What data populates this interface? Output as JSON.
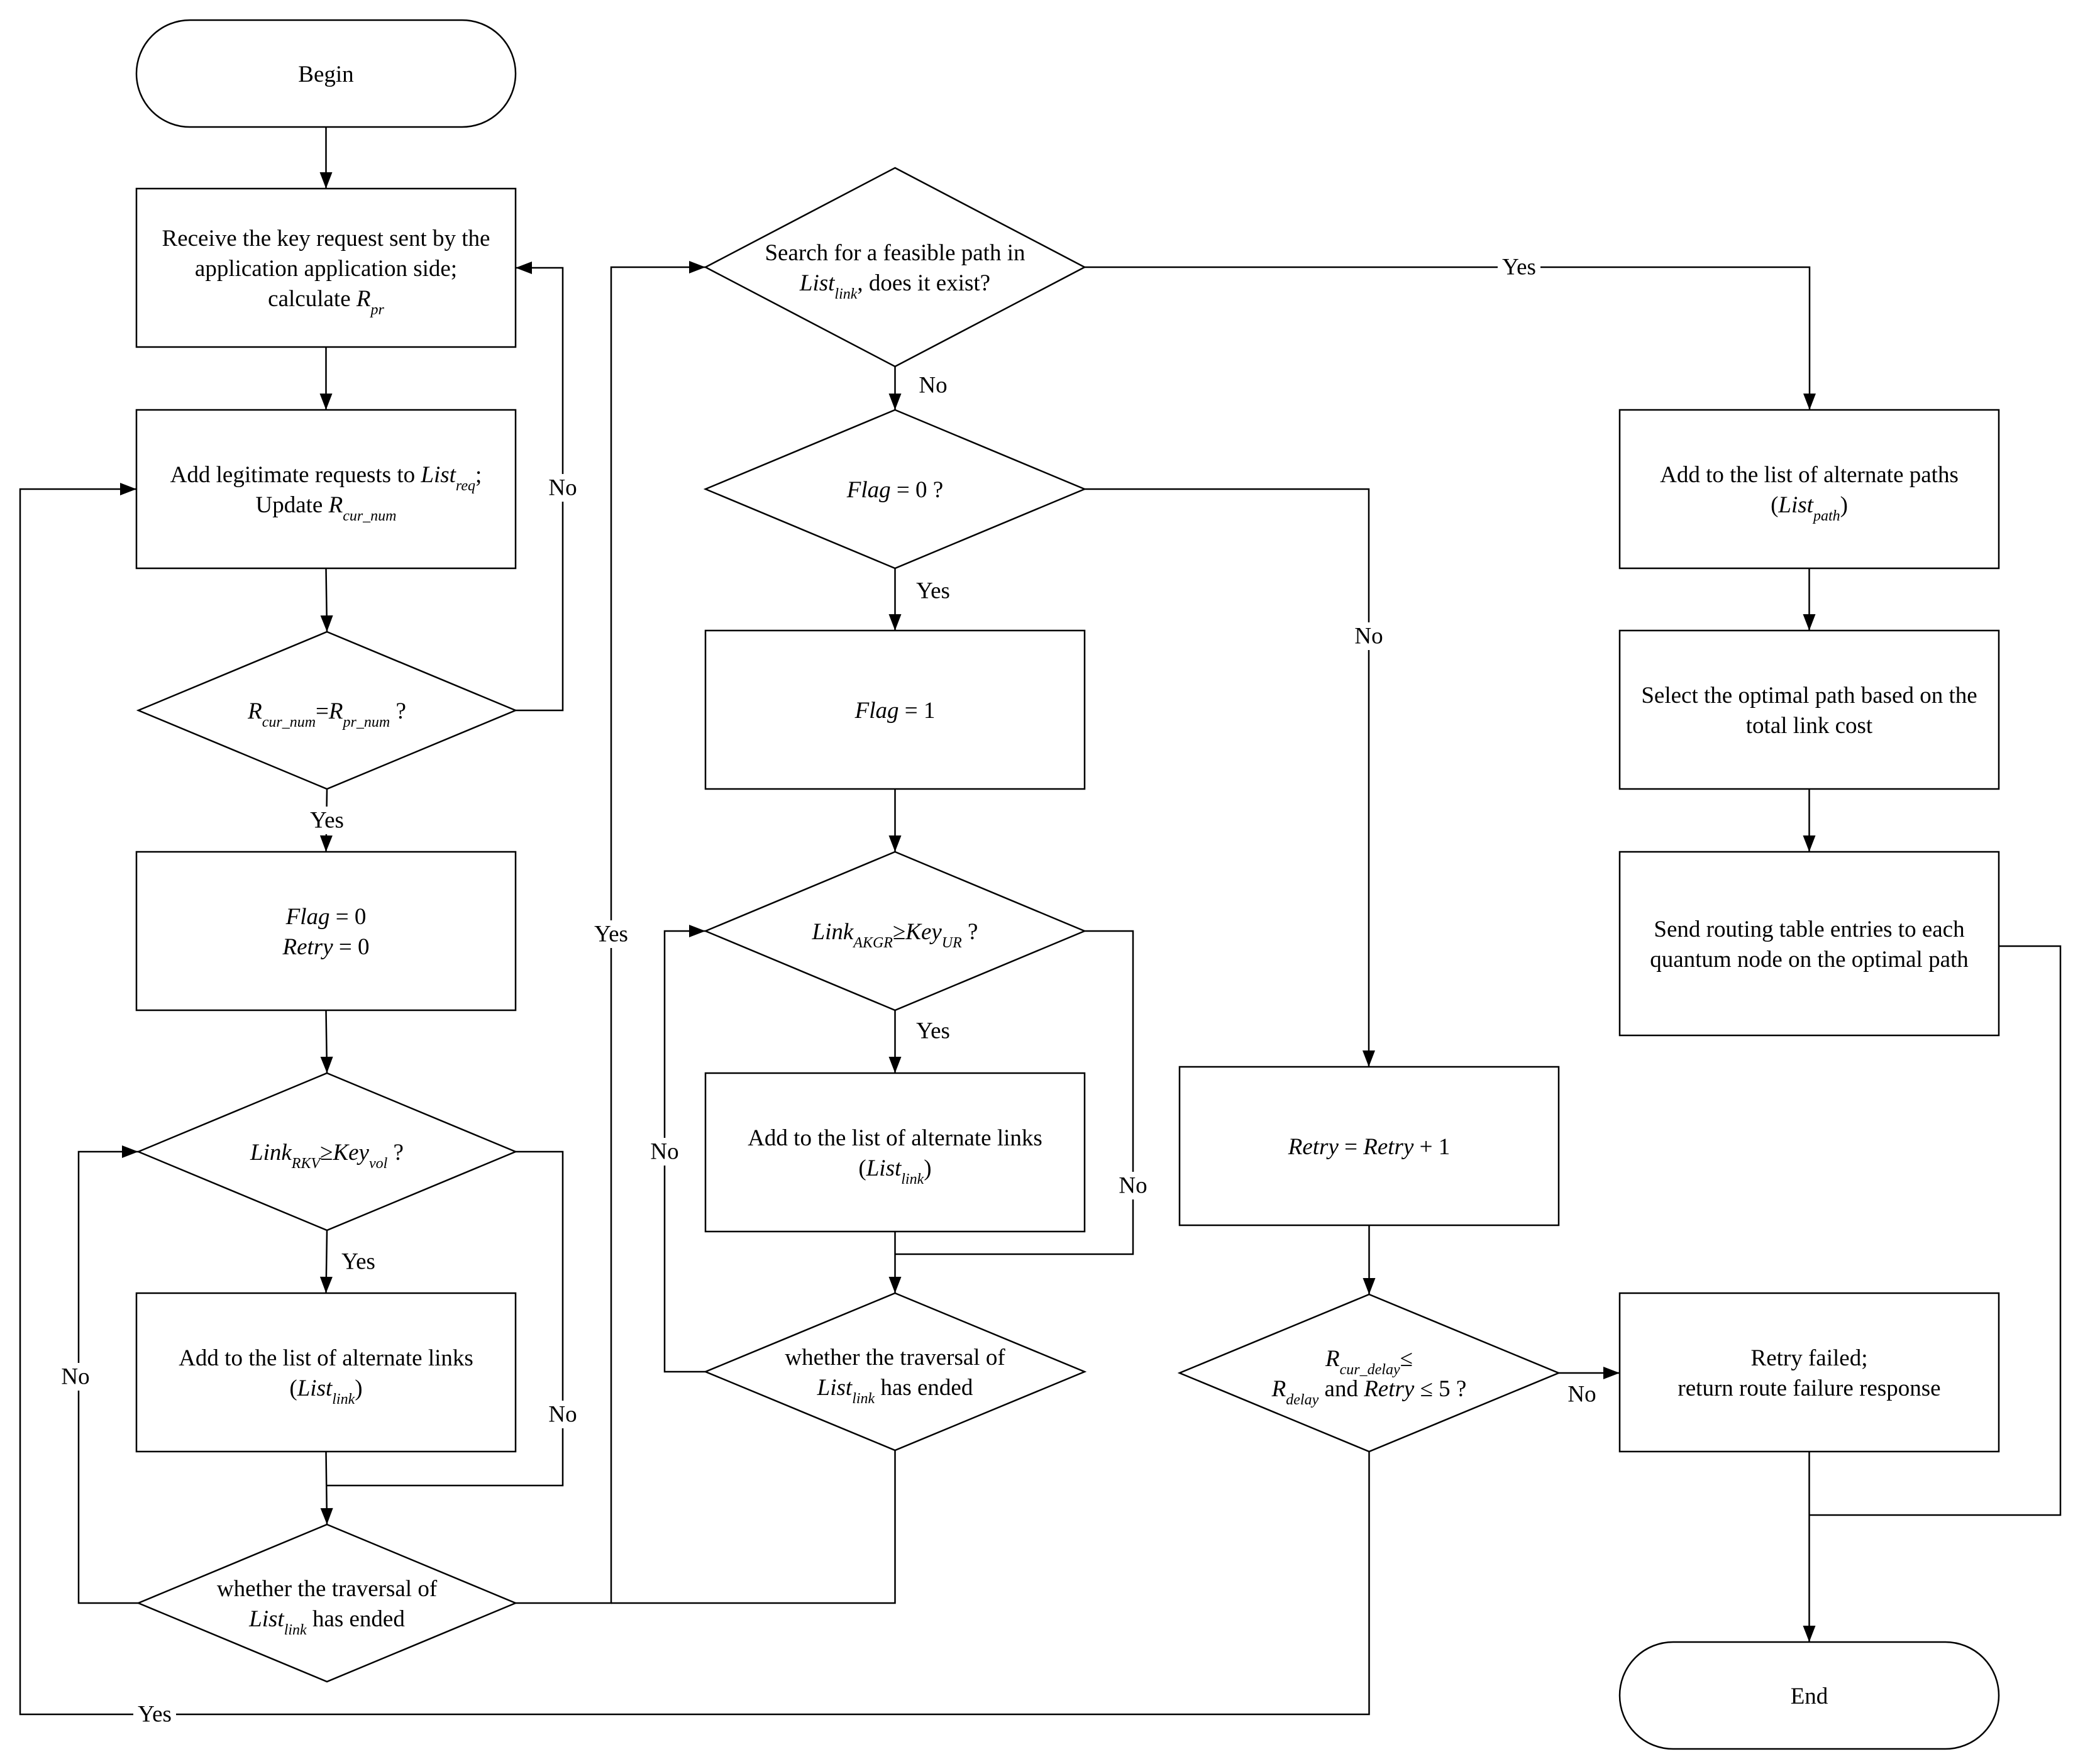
{
  "colors": {
    "stroke": "#000000",
    "fill": "#ffffff",
    "text": "#000000"
  },
  "nodes": [
    {
      "id": "begin",
      "kind": "terminal",
      "lines": [
        [
          {
            "t": "Begin"
          }
        ]
      ]
    },
    {
      "id": "receive",
      "kind": "process",
      "lines": [
        [
          {
            "t": "Receive the key request sent by the"
          }
        ],
        [
          {
            "t": "application application side;"
          }
        ],
        [
          {
            "t": "calculate "
          },
          {
            "t": "R",
            "i": true
          },
          {
            "t": "pr",
            "i": true,
            "sub": true
          }
        ]
      ]
    },
    {
      "id": "add_req",
      "kind": "process",
      "lines": [
        [
          {
            "t": "Add legitimate requests to "
          },
          {
            "t": "List",
            "i": true
          },
          {
            "t": "req",
            "i": true,
            "sub": true
          },
          {
            "t": ";"
          }
        ],
        [
          {
            "t": "Update "
          },
          {
            "t": "R",
            "i": true
          },
          {
            "t": "cur_num",
            "i": true,
            "sub": true
          }
        ]
      ]
    },
    {
      "id": "cmp_num",
      "kind": "decision",
      "lines": [
        [
          {
            "t": "R",
            "i": true
          },
          {
            "t": "cur_num",
            "i": true,
            "sub": true
          },
          {
            "t": "="
          },
          {
            "t": "R",
            "i": true
          },
          {
            "t": "pr_num",
            "i": true,
            "sub": true
          },
          {
            "t": " ?"
          }
        ]
      ]
    },
    {
      "id": "init_flag",
      "kind": "process",
      "lines": [
        [
          {
            "t": "Flag",
            "i": true
          },
          {
            "t": " = 0"
          }
        ],
        [
          {
            "t": "Retry",
            "i": true
          },
          {
            "t": " = 0"
          }
        ]
      ]
    },
    {
      "id": "link_rkv",
      "kind": "decision",
      "lines": [
        [
          {
            "t": "Link",
            "i": true
          },
          {
            "t": "RKV",
            "i": true,
            "sub": true
          },
          {
            "t": "≥"
          },
          {
            "t": "Key",
            "i": true
          },
          {
            "t": "vol",
            "i": true,
            "sub": true
          },
          {
            "t": " ?"
          }
        ]
      ]
    },
    {
      "id": "add_link1",
      "kind": "process",
      "lines": [
        [
          {
            "t": "Add to the list of alternate links"
          }
        ],
        [
          {
            "t": "("
          },
          {
            "t": "List",
            "i": true
          },
          {
            "t": "link",
            "i": true,
            "sub": true
          },
          {
            "t": ")"
          }
        ]
      ]
    },
    {
      "id": "trav1",
      "kind": "decision",
      "lines": [
        [
          {
            "t": "whether the traversal of"
          }
        ],
        [
          {
            "t": "List",
            "i": true
          },
          {
            "t": "link",
            "i": true,
            "sub": true
          },
          {
            "t": " has ended"
          }
        ]
      ]
    },
    {
      "id": "search",
      "kind": "decision",
      "lines": [
        [
          {
            "t": "Search for a feasible path in"
          }
        ],
        [
          {
            "t": "List",
            "i": true
          },
          {
            "t": "link",
            "i": true,
            "sub": true
          },
          {
            "t": ", does it exist?"
          }
        ]
      ]
    },
    {
      "id": "flag0",
      "kind": "decision",
      "lines": [
        [
          {
            "t": "Flag",
            "i": true
          },
          {
            "t": " = 0 ?"
          }
        ]
      ]
    },
    {
      "id": "flag1",
      "kind": "process",
      "lines": [
        [
          {
            "t": "Flag",
            "i": true
          },
          {
            "t": " = 1"
          }
        ]
      ]
    },
    {
      "id": "link_akgr",
      "kind": "decision",
      "lines": [
        [
          {
            "t": "Link",
            "i": true
          },
          {
            "t": "AKGR",
            "i": true,
            "sub": true
          },
          {
            "t": "≥"
          },
          {
            "t": "Key",
            "i": true
          },
          {
            "t": "UR",
            "i": true,
            "sub": true
          },
          {
            "t": " ?"
          }
        ]
      ]
    },
    {
      "id": "add_link2",
      "kind": "process",
      "lines": [
        [
          {
            "t": "Add to the list of alternate links"
          }
        ],
        [
          {
            "t": "("
          },
          {
            "t": "List",
            "i": true
          },
          {
            "t": "link",
            "i": true,
            "sub": true
          },
          {
            "t": ")"
          }
        ]
      ]
    },
    {
      "id": "trav2",
      "kind": "decision",
      "lines": [
        [
          {
            "t": "whether the traversal of"
          }
        ],
        [
          {
            "t": "List",
            "i": true
          },
          {
            "t": "link",
            "i": true,
            "sub": true
          },
          {
            "t": " has ended"
          }
        ]
      ]
    },
    {
      "id": "retry_inc",
      "kind": "process",
      "lines": [
        [
          {
            "t": "Retry",
            "i": true
          },
          {
            "t": " = "
          },
          {
            "t": "Retry",
            "i": true
          },
          {
            "t": " + 1"
          }
        ]
      ]
    },
    {
      "id": "delay_check",
      "kind": "decision",
      "lines": [
        [
          {
            "t": "R",
            "i": true
          },
          {
            "t": "cur_delay",
            "i": true,
            "sub": true
          },
          {
            "t": "≤"
          }
        ],
        [
          {
            "t": "R",
            "i": true
          },
          {
            "t": "delay",
            "i": true,
            "sub": true
          },
          {
            "t": " and "
          },
          {
            "t": "Retry",
            "i": true
          },
          {
            "t": " ≤ 5 ?"
          }
        ]
      ]
    },
    {
      "id": "add_path",
      "kind": "process",
      "lines": [
        [
          {
            "t": "Add to the list of alternate paths"
          }
        ],
        [
          {
            "t": "("
          },
          {
            "t": "List",
            "i": true
          },
          {
            "t": "path",
            "i": true,
            "sub": true
          },
          {
            "t": ")"
          }
        ]
      ]
    },
    {
      "id": "select_opt",
      "kind": "process",
      "lines": [
        [
          {
            "t": "Select the optimal path based on the"
          }
        ],
        [
          {
            "t": "total link cost"
          }
        ]
      ]
    },
    {
      "id": "send_route",
      "kind": "process",
      "lines": [
        [
          {
            "t": "Send routing table entries to each"
          }
        ],
        [
          {
            "t": "quantum node on the optimal path"
          }
        ]
      ]
    },
    {
      "id": "retry_fail",
      "kind": "process",
      "lines": [
        [
          {
            "t": "Retry failed;"
          }
        ],
        [
          {
            "t": "return route failure response"
          }
        ]
      ]
    },
    {
      "id": "end",
      "kind": "terminal",
      "lines": [
        [
          {
            "t": "End"
          }
        ]
      ]
    }
  ],
  "edges": [
    {
      "id": "begin-receive",
      "from": "begin",
      "to": "receive",
      "label": ""
    },
    {
      "id": "receive-addreq",
      "from": "receive",
      "to": "add_req",
      "label": ""
    },
    {
      "id": "addreq-cmp",
      "from": "add_req",
      "to": "cmp_num",
      "label": ""
    },
    {
      "id": "cmp-receive-no",
      "from": "cmp_num",
      "to": "receive",
      "label": "No"
    },
    {
      "id": "cmp-init-yes",
      "from": "cmp_num",
      "to": "init_flag",
      "label": "Yes"
    },
    {
      "id": "init-rkv",
      "from": "init_flag",
      "to": "link_rkv",
      "label": ""
    },
    {
      "id": "rkv-addlink-yes",
      "from": "link_rkv",
      "to": "add_link1",
      "label": "Yes"
    },
    {
      "id": "rkv-trav-no",
      "from": "link_rkv",
      "to": "trav1",
      "label": "No"
    },
    {
      "id": "addlink-trav",
      "from": "add_link1",
      "to": "trav1",
      "label": ""
    },
    {
      "id": "trav1-rkv-no",
      "from": "trav1",
      "to": "link_rkv",
      "label": "No"
    },
    {
      "id": "trav1-search-yes",
      "from": "trav1",
      "to": "search",
      "label": "Yes"
    },
    {
      "id": "search-path-yes",
      "from": "search",
      "to": "add_path",
      "label": "Yes"
    },
    {
      "id": "search-flag-no",
      "from": "search",
      "to": "flag0",
      "label": "No"
    },
    {
      "id": "flag0-flag1-yes",
      "from": "flag0",
      "to": "flag1",
      "label": "Yes"
    },
    {
      "id": "flag0-retry-no",
      "from": "flag0",
      "to": "retry_inc",
      "label": "No"
    },
    {
      "id": "flag1-akgr",
      "from": "flag1",
      "to": "link_akgr",
      "label": ""
    },
    {
      "id": "akgr-addlink-yes",
      "from": "link_akgr",
      "to": "add_link2",
      "label": "Yes"
    },
    {
      "id": "akgr-trav2-no",
      "from": "link_akgr",
      "to": "trav2",
      "label": "No"
    },
    {
      "id": "addlink2-trav2",
      "from": "add_link2",
      "to": "trav2",
      "label": ""
    },
    {
      "id": "trav2-akgr-no",
      "from": "trav2",
      "to": "link_akgr",
      "label": "No"
    },
    {
      "id": "trav2-search",
      "from": "trav2",
      "to": "search",
      "label": ""
    },
    {
      "id": "retry-delay",
      "from": "retry_inc",
      "to": "delay_check",
      "label": ""
    },
    {
      "id": "delay-fail-no",
      "from": "delay_check",
      "to": "retry_fail",
      "label": "No"
    },
    {
      "id": "delay-addreq-yes",
      "from": "delay_check",
      "to": "add_req",
      "label": "Yes"
    },
    {
      "id": "path-select",
      "from": "add_path",
      "to": "select_opt",
      "label": ""
    },
    {
      "id": "select-send",
      "from": "select_opt",
      "to": "send_route",
      "label": ""
    },
    {
      "id": "send-end",
      "from": "send_route",
      "to": "end",
      "label": ""
    },
    {
      "id": "fail-end",
      "from": "retry_fail",
      "to": "end",
      "label": ""
    }
  ]
}
